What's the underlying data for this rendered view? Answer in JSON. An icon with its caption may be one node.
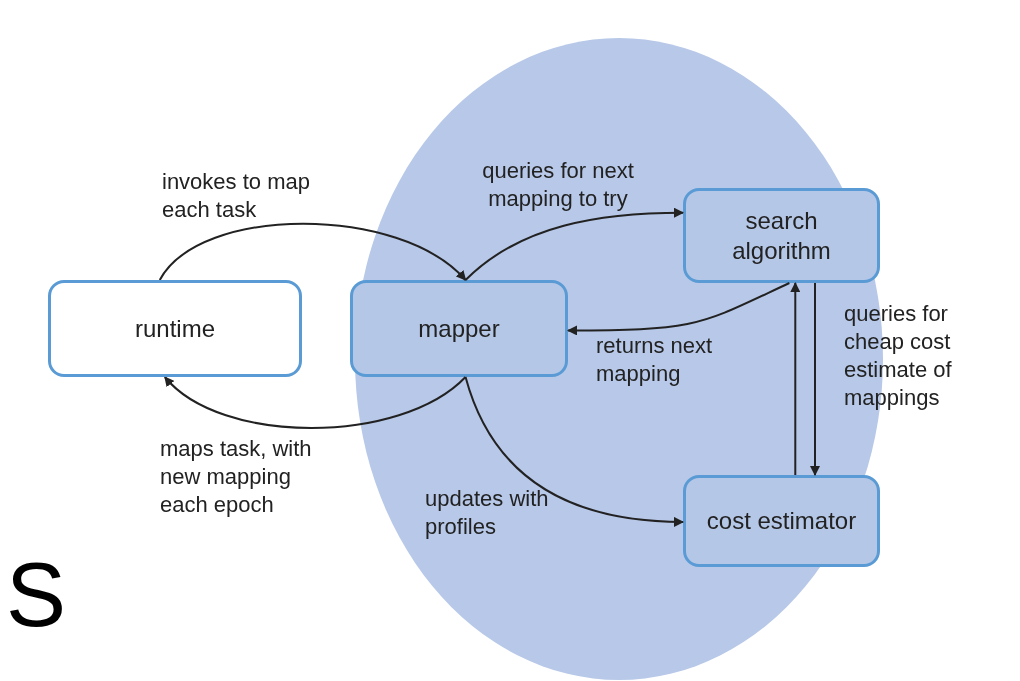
{
  "diagram": {
    "nodes": [
      {
        "text": [],
        "shape": "circle"
      },
      {
        "text": [
          "runtime"
        ]
      },
      {
        "text": [
          "mapper"
        ],
        "in": 0
      },
      {
        "text": [
          "search algorithm"
        ],
        "in": 0
      },
      {
        "text": [
          "cost estimator"
        ],
        "in": 0
      }
    ],
    "edges": [
      {
        "from": 1,
        "to": 2,
        "arrow": "to",
        "label": "invokes to map each task"
      },
      {
        "from": 2,
        "to": 3,
        "arrow": "to",
        "label": "queries for next mapping to try"
      },
      {
        "from": 3,
        "to": 2,
        "arrow": "to",
        "label": "returns next mapping"
      },
      {
        "from": 2,
        "to": 1,
        "arrow": "to",
        "label": "maps task, with new mapping each epoch"
      },
      {
        "from": 2,
        "to": 4,
        "arrow": "to",
        "label": "updates with profiles"
      },
      {
        "from": 3,
        "to": 4,
        "arrow": "to",
        "label": "queries for cheap cost estimate of mappings"
      },
      {
        "from": 4,
        "to": 3,
        "arrow": "to"
      }
    ],
    "labels": [
      "S"
    ]
  }
}
